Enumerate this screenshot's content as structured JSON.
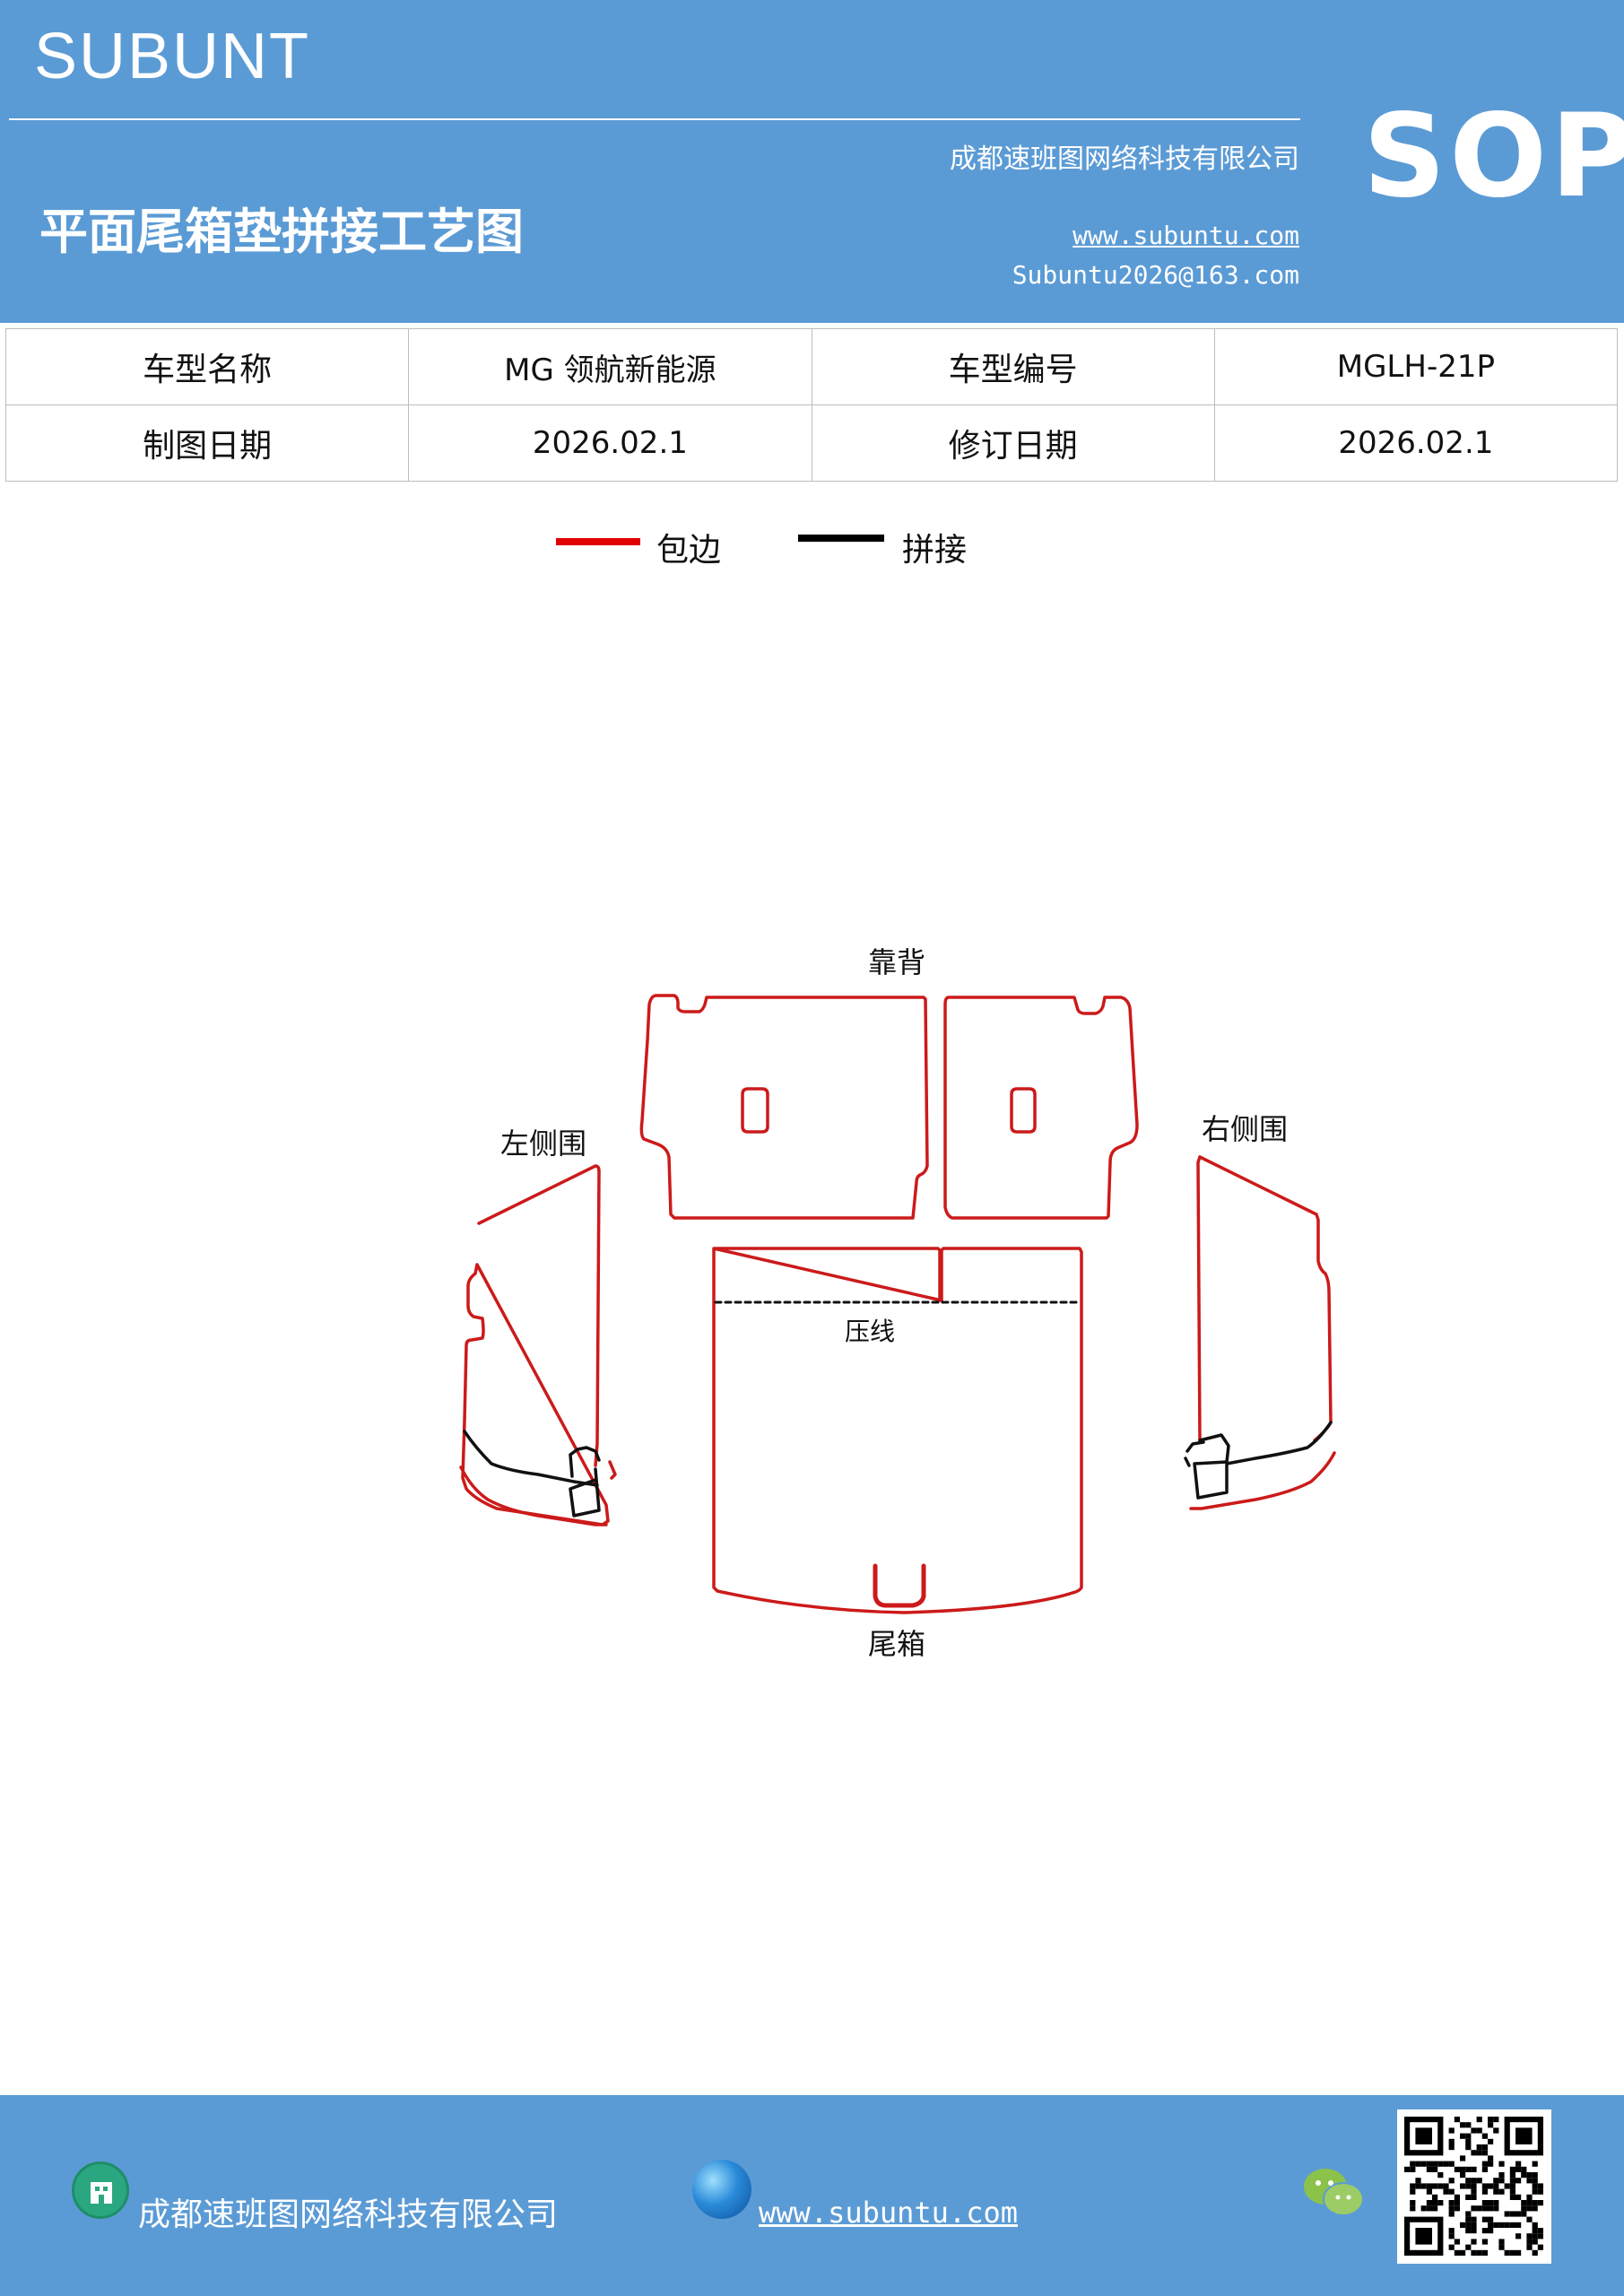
{
  "header": {
    "brand": "SUBUNT",
    "company": "成都速班图网络科技有限公司",
    "title": "平面尾箱垫拼接工艺图",
    "website": "www.subuntu.com",
    "email": "Subuntu2026@163.com",
    "badge": "SOP"
  },
  "info": {
    "model_name_label": "车型名称",
    "model_name": "MG 领航新能源",
    "model_code_label": "车型编号",
    "model_code": "MGLH-21P",
    "draw_date_label": "制图日期",
    "draw_date": "2026.02.1",
    "revise_date_label": "修订日期",
    "revise_date": "2026.02.1"
  },
  "legend": {
    "items": [
      {
        "label": "包边",
        "color": "#e00000"
      },
      {
        "label": "拼接",
        "color": "#000000"
      }
    ]
  },
  "diagram": {
    "labels": {
      "backrest": "靠背",
      "left_side": "左侧围",
      "right_side": "右侧围",
      "crease": "压线",
      "trunk": "尾箱"
    },
    "colors": {
      "edge": "#cc1a1a",
      "seam": "#111111"
    }
  },
  "footer": {
    "company": "成都速班图网络科技有限公司",
    "website": "www.subuntu.com"
  },
  "colors": {
    "brand_blue": "#5b9bd5"
  }
}
